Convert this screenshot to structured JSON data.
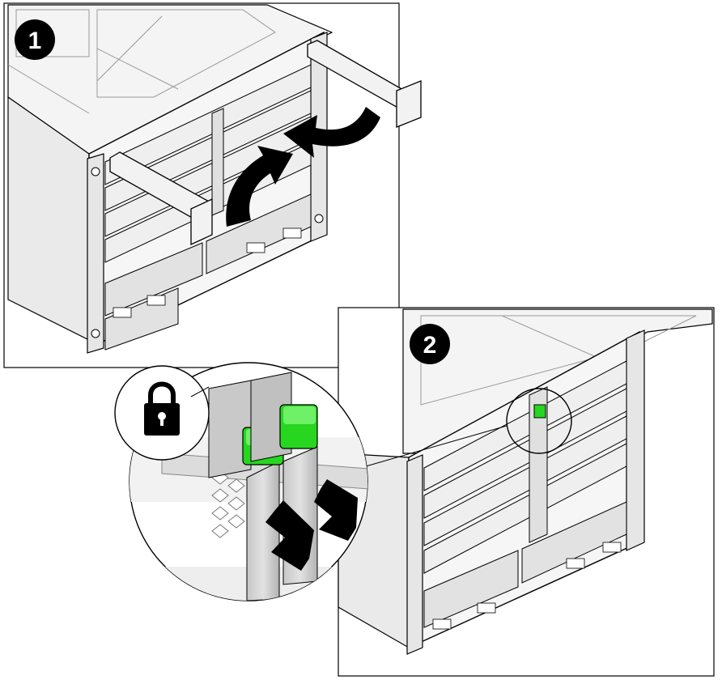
{
  "figure": {
    "background": "#ffffff",
    "colors": {
      "line": "#000000",
      "chassis_light": "#f7f7f7",
      "chassis_mid": "#eeeeee",
      "chassis_dark": "#d9d9d9",
      "arrow": "#000000",
      "latch_green": "#27d61f",
      "latch_green_light": "#6ef067",
      "latch_grey": "#bdbdbd",
      "latch_grey_light": "#d6d6d6"
    },
    "steps": [
      {
        "label": "1",
        "action": "rotate-handles-up"
      },
      {
        "label": "2",
        "action": "push-latches-in"
      }
    ],
    "callout": {
      "icon": "lock-icon",
      "latch_count": 2,
      "arrow_count": 2
    }
  }
}
